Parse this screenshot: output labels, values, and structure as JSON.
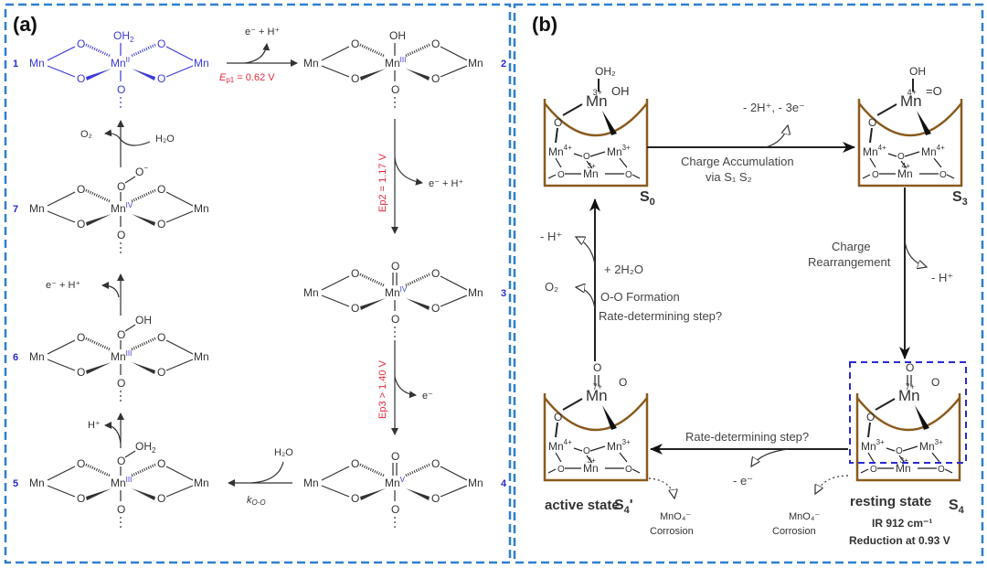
{
  "panels": {
    "a": {
      "label": "(a)",
      "species": [
        {
          "id": "1",
          "center": "Mn",
          "ox": "II",
          "top": "OH2",
          "color": "#3b3bd6"
        },
        {
          "id": "2",
          "center": "Mn",
          "ox": "III",
          "top": "OH"
        },
        {
          "id": "3",
          "center": "Mn",
          "ox": "IV",
          "top": "O (=)"
        },
        {
          "id": "4",
          "center": "Mn",
          "ox": "V",
          "top": "O (=)"
        },
        {
          "id": "5",
          "center": "Mn",
          "ox": "III",
          "top": "O–OH2"
        },
        {
          "id": "6",
          "center": "Mn",
          "ox": "III",
          "top": "O–OH"
        },
        {
          "id": "7",
          "center": "Mn",
          "ox": "IV",
          "top": "O–O⁻"
        }
      ],
      "atoms": {
        "mn": "Mn",
        "o": "O",
        "oh": "OH",
        "oh2_main": "OH",
        "oh2_sub": "2"
      },
      "steps": {
        "s1_release": "e⁻ + H⁺",
        "s1_potential_e": "E",
        "s1_potential_sub": "p1",
        "s1_potential_val": " = 0.62 V",
        "s2_release": "e⁻ + H⁺",
        "s2_potential": "Ep2 = 1.17 V",
        "s3_release": "e⁻",
        "s3_potential": "Ep3 > 1.40 V",
        "s4_reagent": "H₂O",
        "s4_rate_k": "k",
        "s4_rate_sub": "O-O",
        "s5_release": "H⁺",
        "s6_release": "e⁻ + H⁺",
        "s7_release": "O₂",
        "s7_reagent": "H₂O"
      }
    },
    "b": {
      "label": "(b)",
      "states": {
        "s0": {
          "name_main": "S",
          "name_sub": "0",
          "top_mn_charge": "3+",
          "ligands": [
            "OH₂",
            "OH"
          ],
          "cluster": [
            "4+",
            "3+",
            "3+"
          ]
        },
        "s3": {
          "name_main": "S",
          "name_sub": "3",
          "top_mn_charge": "4+",
          "ligands": [
            "OH",
            "=O"
          ],
          "cluster": [
            "4+",
            "4+",
            "4+"
          ]
        },
        "s4": {
          "name_main": "S",
          "name_sub": "4",
          "top_mn_charge": "7+",
          "cluster": [
            "3+",
            "3+",
            "3+"
          ],
          "caption": "resting state",
          "ir": "IR 912 cm⁻¹",
          "reduction": "Reduction at 0.93 V"
        },
        "s4p": {
          "name_main": "S",
          "name_sub": "4",
          "name_prime": "'",
          "top_mn_charge": "7+",
          "cluster": [
            "4+",
            "3+",
            "3+"
          ],
          "caption": "active state"
        }
      },
      "transitions": {
        "s0_to_s3_label1": "Charge Accumulation",
        "s0_to_s3_label2": "via  S₁  S₂",
        "s0_to_s3_release": "- 2H⁺, - 3e⁻",
        "s3_to_s4_label1": "Charge",
        "s3_to_s4_label2": "Rearrangement",
        "s3_to_s4_release": "- H⁺",
        "s4_to_s4p_label": "Rate-determining step?",
        "s4_to_s4p_release": "- e⁻",
        "s4p_to_s0_release1": "- H⁺",
        "s4p_to_s0_release2": "O₂",
        "s4p_to_s0_reagent": "+ 2H₂O",
        "s4p_to_s0_label1": "O-O Formation",
        "s4p_to_s0_label2": "Rate-determining step?",
        "corrosion_species": "MnO₄⁻",
        "corrosion_label": "Corrosion"
      }
    }
  },
  "colors": {
    "frame": "#2f7fd0",
    "red": "#e8283a",
    "blue": "#2a2ad0",
    "magenta": "#e020e0",
    "green": "#2a8a2a",
    "cup": "#8a5a1e"
  }
}
